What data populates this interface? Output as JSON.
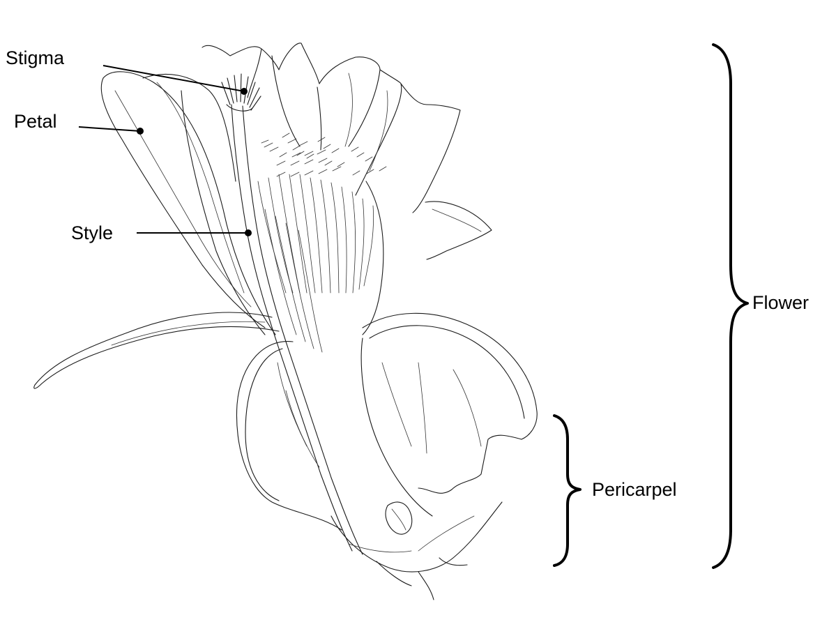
{
  "labels": {
    "stigma": "Stigma",
    "petal": "Petal",
    "style": "Style",
    "flower": "Flower",
    "pericarpel": "Pericarpel"
  },
  "colors": {
    "ink": "#000000",
    "background": "#ffffff"
  }
}
